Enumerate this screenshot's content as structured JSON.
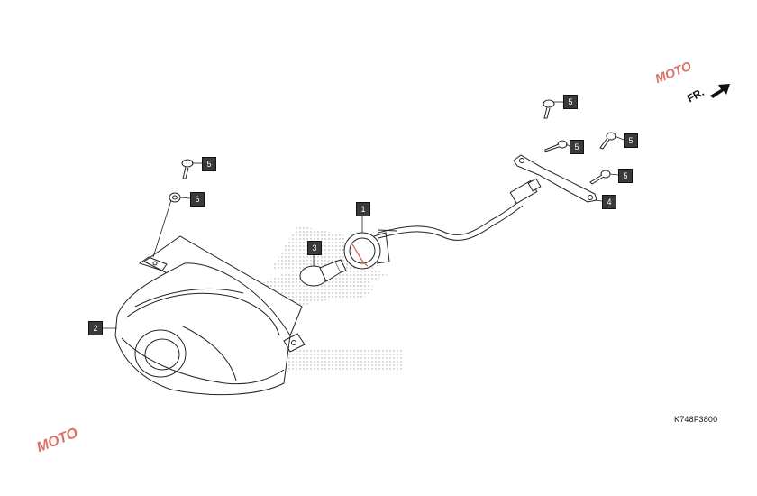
{
  "diagram_code": "K748F3800",
  "direction_label": "FR.",
  "watermark_text": "MOTO",
  "callouts": {
    "headlight_unit": "2",
    "socket_harness": "1",
    "bulb": "3",
    "stay_bracket": "4",
    "screw_a": "5",
    "screw_b": "5",
    "screw_c": "5",
    "screw_d": "5",
    "screw_e": "5",
    "grommet": "6"
  },
  "colors": {
    "line": "#222222",
    "callout_fill": "#3a3a3a",
    "watermark": "#d9584f",
    "dots": "#9a9a9a"
  }
}
